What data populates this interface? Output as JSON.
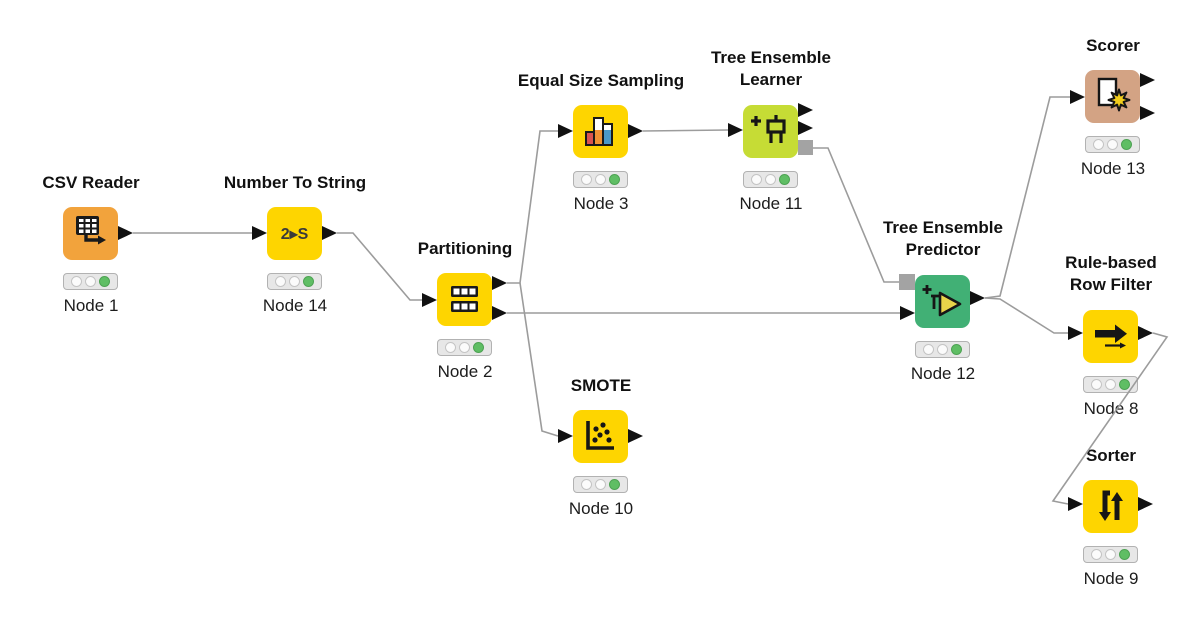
{
  "workflow": {
    "app": "KNIME workflow",
    "background_color": "#ffffff",
    "edge_color": "#9c9c9c",
    "port_color": "#111111",
    "model_port_color": "#a3a3a3",
    "status_light_green": "#5fbe64",
    "nodes": [
      {
        "title": "CSV Reader",
        "label": "Node 1",
        "color": "#F2A33C",
        "icon": "table-export-icon",
        "status": "executed"
      },
      {
        "title": "Number To String",
        "label": "Node 14",
        "color": "#FED500",
        "icon": "number-to-string-icon",
        "icon_text": "2▸S",
        "status": "executed"
      },
      {
        "title": "Partitioning",
        "label": "Node 2",
        "color": "#FED500",
        "icon": "split-table-icon",
        "status": "executed"
      },
      {
        "title": "Equal Size Sampling",
        "label": "Node 3",
        "color": "#FED500",
        "icon": "bar-chart-icon",
        "status": "executed"
      },
      {
        "title": "Tree Ensemble\nLearner",
        "label": "Node 11",
        "color": "#C6DC35",
        "icon": "tree-learner-icon",
        "status": "executed"
      },
      {
        "title": "SMOTE",
        "label": "Node 10",
        "color": "#FED500",
        "icon": "scatter-plot-icon",
        "status": "executed"
      },
      {
        "title": "Tree Ensemble\nPredictor",
        "label": "Node 12",
        "color": "#41B075",
        "icon": "tree-predictor-icon",
        "status": "executed"
      },
      {
        "title": "Scorer",
        "label": "Node 13",
        "color": "#D3A384",
        "icon": "document-star-icon",
        "status": "executed"
      },
      {
        "title": "Rule-based\nRow Filter",
        "label": "Node 8",
        "color": "#FED500",
        "icon": "row-filter-icon",
        "status": "executed"
      },
      {
        "title": "Sorter",
        "label": "Node 9",
        "color": "#FED500",
        "icon": "sort-arrows-icon",
        "status": "executed"
      }
    ],
    "edges": [
      {
        "from": "Node 1",
        "to": "Node 14"
      },
      {
        "from": "Node 14",
        "to": "Node 2"
      },
      {
        "from": "Node 2",
        "to": "Node 3"
      },
      {
        "from": "Node 2",
        "to": "Node 10"
      },
      {
        "from": "Node 2",
        "to": "Node 12"
      },
      {
        "from": "Node 3",
        "to": "Node 11"
      },
      {
        "from": "Node 11",
        "to": "Node 12",
        "port": "model"
      },
      {
        "from": "Node 12",
        "to": "Node 13"
      },
      {
        "from": "Node 12",
        "to": "Node 8"
      },
      {
        "from": "Node 8",
        "to": "Node 9"
      }
    ]
  }
}
